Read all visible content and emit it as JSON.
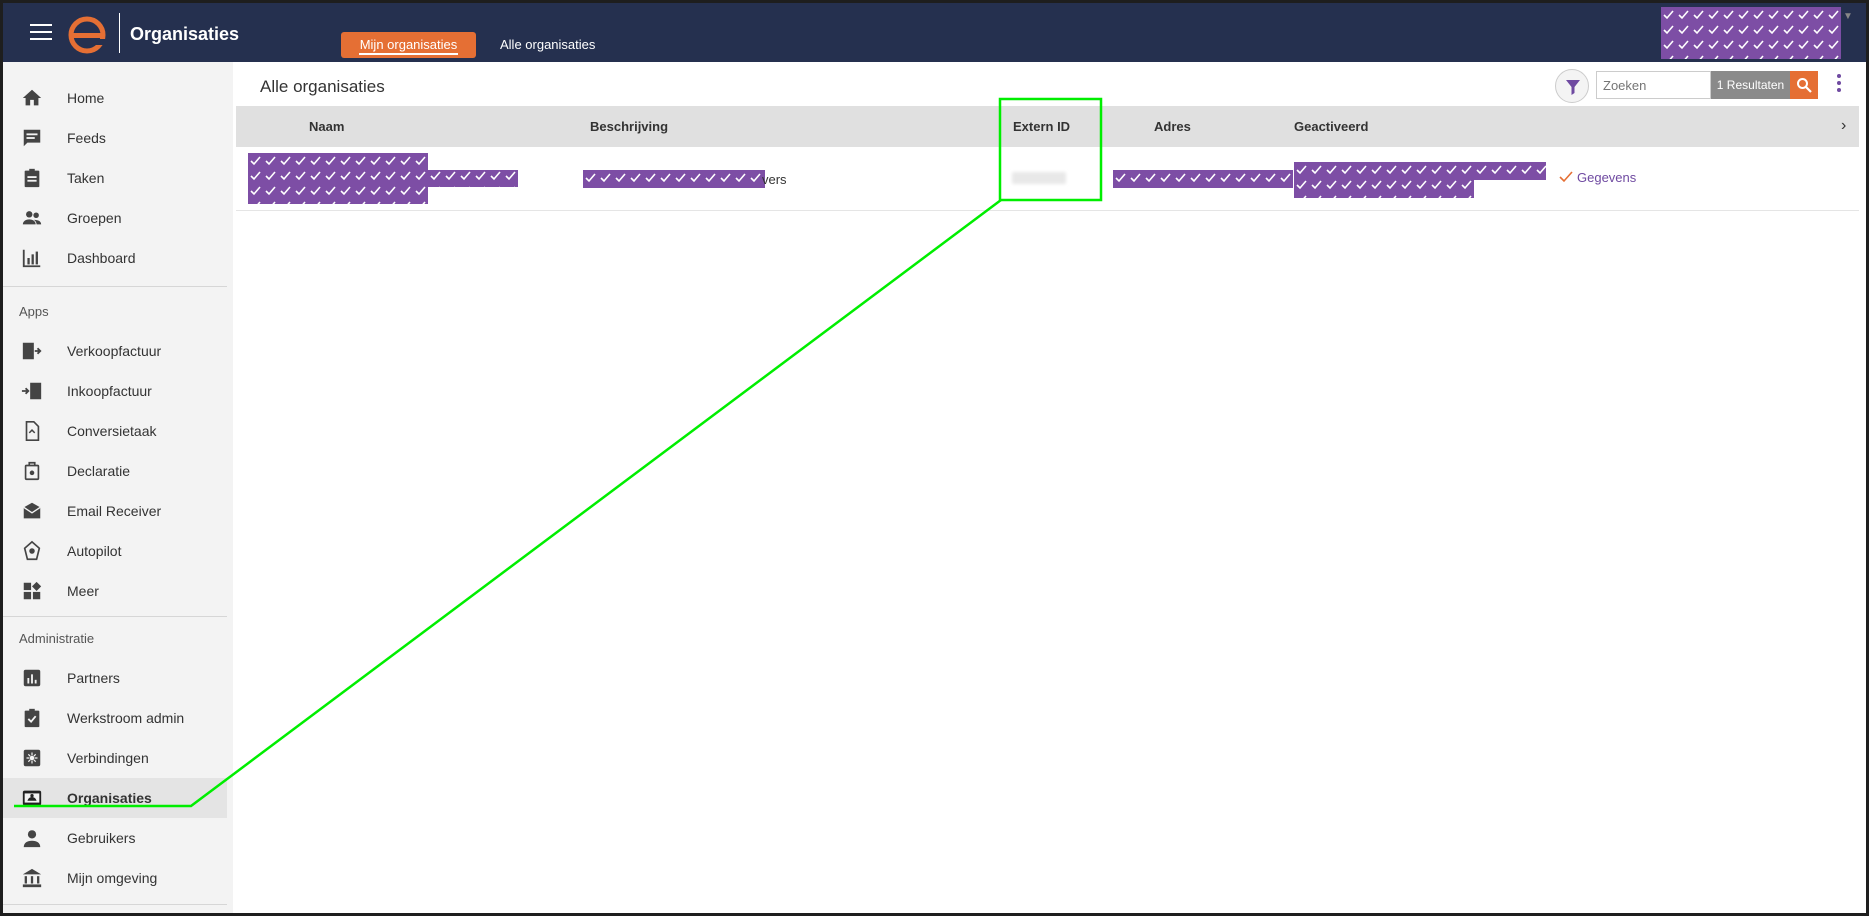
{
  "header": {
    "app_title": "Organisaties",
    "tabs": [
      {
        "label": "Mijn organisaties",
        "active": true
      },
      {
        "label": "Alle organisaties",
        "active": false
      }
    ],
    "brand_color": "#e56f34",
    "bar_color": "#25304f"
  },
  "sidebar": {
    "main_items": [
      {
        "label": "Home",
        "icon": "home-icon"
      },
      {
        "label": "Feeds",
        "icon": "feeds-icon"
      },
      {
        "label": "Taken",
        "icon": "clipboard-icon"
      },
      {
        "label": "Groepen",
        "icon": "group-icon"
      },
      {
        "label": "Dashboard",
        "icon": "chart-icon"
      }
    ],
    "apps_heading": "Apps",
    "app_items": [
      {
        "label": "Verkoopfactuur",
        "icon": "invoice-out-icon"
      },
      {
        "label": "Inkoopfactuur",
        "icon": "invoice-in-icon"
      },
      {
        "label": "Conversietaak",
        "icon": "document-convert-icon"
      },
      {
        "label": "Declaratie",
        "icon": "receipt-icon"
      },
      {
        "label": "Email Receiver",
        "icon": "mail-icon"
      },
      {
        "label": "Autopilot",
        "icon": "robot-icon"
      },
      {
        "label": "Meer",
        "icon": "widgets-icon"
      }
    ],
    "admin_heading": "Administratie",
    "admin_items": [
      {
        "label": "Partners",
        "icon": "partners-icon"
      },
      {
        "label": "Werkstroom admin",
        "icon": "checklist-icon"
      },
      {
        "label": "Verbindingen",
        "icon": "connections-icon"
      },
      {
        "label": "Organisaties",
        "icon": "organisation-icon",
        "active": true
      },
      {
        "label": "Gebruikers",
        "icon": "user-icon"
      },
      {
        "label": "Mijn omgeving",
        "icon": "bank-icon"
      }
    ]
  },
  "main": {
    "title": "Alle organisaties",
    "search_placeholder": "Zoeken",
    "results_label": "1 Resultaten",
    "columns": [
      "Naam",
      "Beschrijving",
      "Extern ID",
      "Adres",
      "Geactiveerd"
    ],
    "rows": [
      {
        "description_suffix": "vers",
        "action_label": "Gegevens"
      }
    ],
    "fab_label": "+"
  },
  "redaction_color": "#7d4ea5",
  "highlight_color": "#00ee00"
}
